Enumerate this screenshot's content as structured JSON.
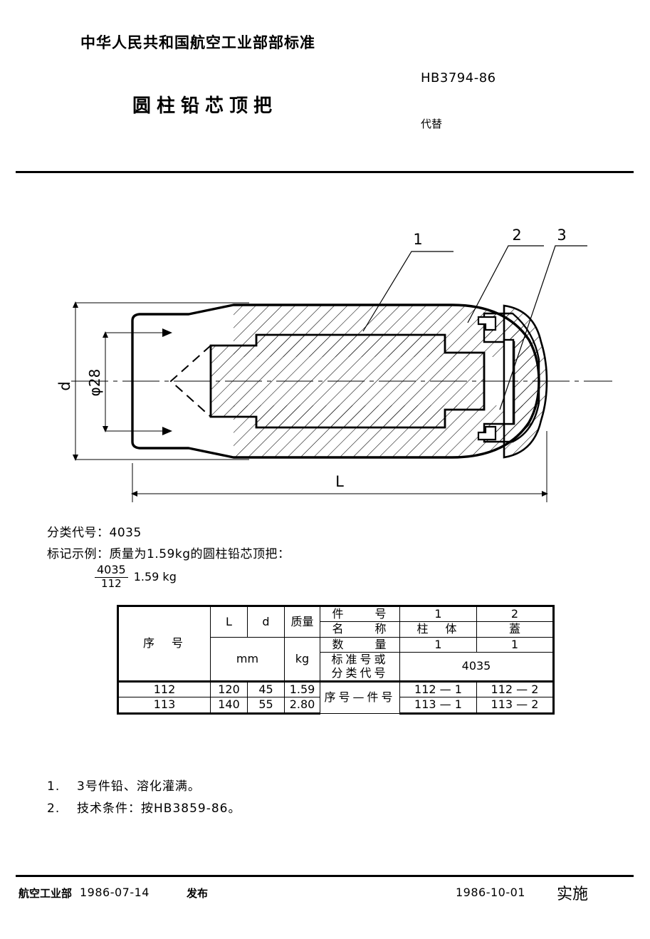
{
  "header": {
    "organization": "中华人民共和国航空工业部部标准",
    "title": "圆柱铅芯顶把",
    "standard_number": "HB3794-86",
    "replaces_label": "代替"
  },
  "drawing": {
    "callouts": [
      "1",
      "2",
      "3"
    ],
    "dim_outer_label": "d",
    "dim_inner_label": "φ28",
    "dim_length_label": "L"
  },
  "spec": {
    "classification_line": "分类代号：4035",
    "marking_line": "标记示例：质量为1.59kg的圆柱铅芯顶把：",
    "example_numerator": "4035",
    "example_denominator": "112",
    "example_mass": "1.59 kg"
  },
  "table": {
    "col_seq": "序　号",
    "col_L": "L",
    "col_d": "d",
    "col_unit_mm": "mm",
    "col_mass": "质量",
    "col_unit_kg": "kg",
    "row_part_no": "件　号",
    "row_name": "名　称",
    "row_qty": "数　量",
    "row_std_code_line1": "标准号或",
    "row_std_code_line2": "分类代号",
    "row_seq_part": "序号—件号",
    "part_numbers": [
      "1",
      "2"
    ],
    "part_names": [
      "柱　体",
      "蓋"
    ],
    "part_quantities": [
      "1",
      "1"
    ],
    "std_code_value": "4035",
    "rows": [
      {
        "seq": "112",
        "L": "120",
        "d": "45",
        "mass": "1.59",
        "part1": "112 — 1",
        "part2": "112 — 2"
      },
      {
        "seq": "113",
        "L": "140",
        "d": "55",
        "mass": "2.80",
        "part1": "113 — 1",
        "part2": "113 — 2"
      }
    ]
  },
  "notes": [
    {
      "index": "1.",
      "text": "3号件铅、溶化灌满。"
    },
    {
      "index": "2.",
      "text": "技术条件：按HB3859-86。"
    }
  ],
  "footer": {
    "organization": "航空工业部",
    "issue_date": "1986-07-14",
    "issue_label": "发布",
    "effective_date": "1986-10-01",
    "effective_label": "实施"
  }
}
